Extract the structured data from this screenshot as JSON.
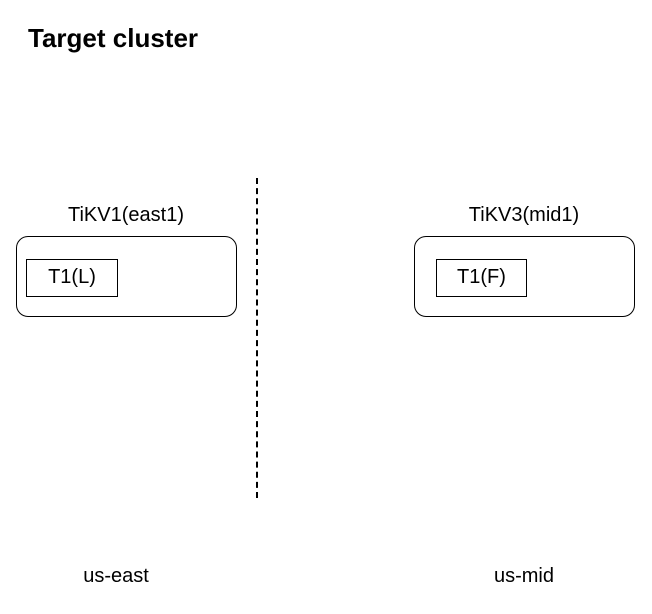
{
  "title": "Target cluster",
  "nodes": [
    {
      "label": "TiKV1(east1)",
      "regions": [
        "T1(L)"
      ]
    },
    {
      "label": "TiKV3(mid1)",
      "regions": [
        "T1(F)"
      ]
    }
  ],
  "zones": [
    "us-east",
    "us-mid"
  ]
}
